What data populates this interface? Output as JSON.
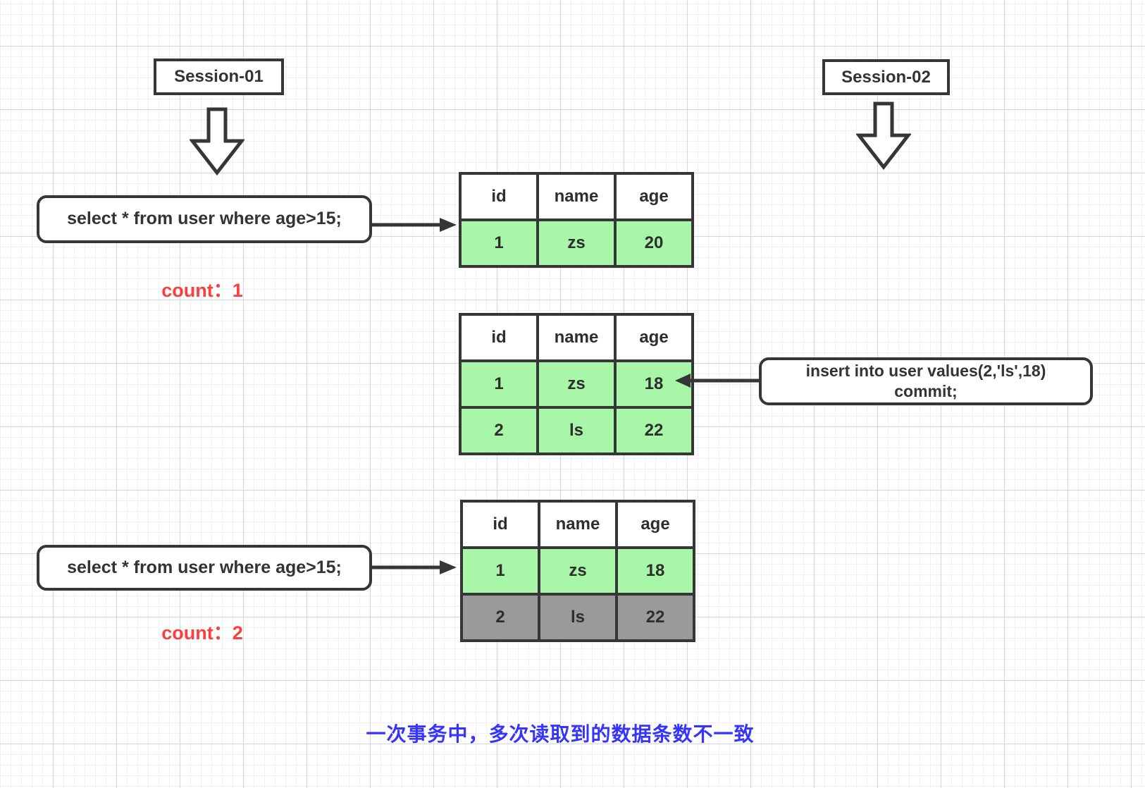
{
  "session1": {
    "label": "Session-01"
  },
  "session2": {
    "label": "Session-02"
  },
  "query1": {
    "text": "select * from user where age>15;"
  },
  "query2": {
    "text": "select * from user where age>15;"
  },
  "insert": {
    "line1": "insert into user values(2,'ls',18)",
    "line2": "commit;"
  },
  "count1": {
    "text": "count：1"
  },
  "count2": {
    "text": "count：2"
  },
  "table1": {
    "headers": [
      "id",
      "name",
      "age"
    ],
    "rows": [
      {
        "cells": [
          "1",
          "zs",
          "20"
        ]
      }
    ]
  },
  "table2": {
    "headers": [
      "id",
      "name",
      "age"
    ],
    "rows": [
      {
        "cells": [
          "1",
          "zs",
          "18"
        ]
      },
      {
        "cells": [
          "2",
          "ls",
          "22"
        ]
      }
    ]
  },
  "table3": {
    "headers": [
      "id",
      "name",
      "age"
    ],
    "rows": [
      {
        "cells": [
          "1",
          "zs",
          "18"
        ]
      },
      {
        "cells": [
          "2",
          "ls",
          "22"
        ]
      }
    ]
  },
  "caption": {
    "text": "一次事务中，多次读取到的数据条数不一致"
  },
  "colors": {
    "row_green": "#a8f7a8",
    "row_gray": "#9a9a9a",
    "count_red": "#fb3e3e",
    "caption_blue": "#3434fe",
    "line_dark": "#363636"
  }
}
